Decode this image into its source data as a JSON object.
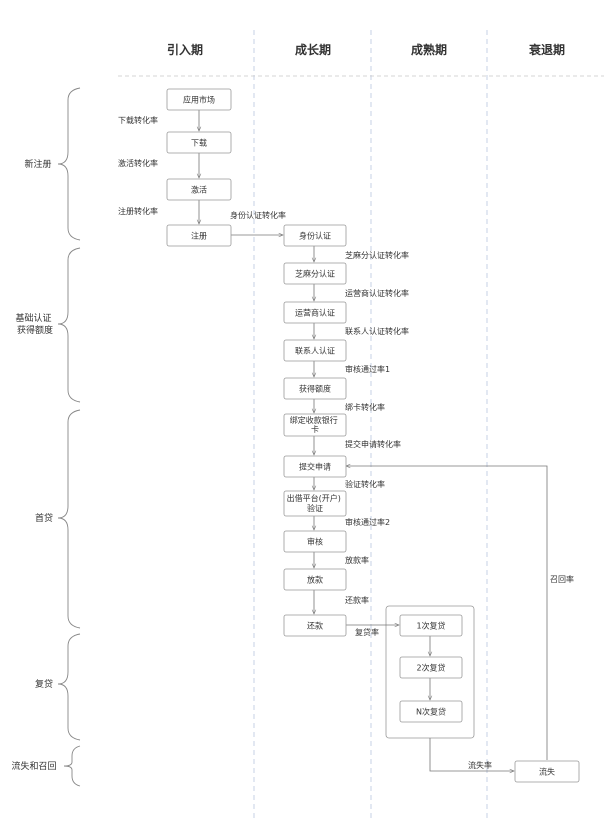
{
  "columns": [
    "引入期",
    "成长期",
    "成熟期",
    "衰退期"
  ],
  "stages": [
    {
      "id": "register",
      "lines": [
        "新注册"
      ]
    },
    {
      "id": "auth",
      "lines": [
        "基础认证",
        "获得额度"
      ]
    },
    {
      "id": "firstloan",
      "lines": [
        "首贷"
      ]
    },
    {
      "id": "reloan",
      "lines": [
        "复贷"
      ]
    },
    {
      "id": "churn",
      "lines": [
        "流失和召回"
      ]
    }
  ],
  "nodes": [
    {
      "id": "app-market",
      "lines": [
        "应用市场"
      ]
    },
    {
      "id": "download",
      "lines": [
        "下载"
      ]
    },
    {
      "id": "activate",
      "lines": [
        "激活"
      ]
    },
    {
      "id": "signup",
      "lines": [
        "注册"
      ]
    },
    {
      "id": "id-auth",
      "lines": [
        "身份认证"
      ]
    },
    {
      "id": "sesame-auth",
      "lines": [
        "芝麻分认证"
      ]
    },
    {
      "id": "carrier-auth",
      "lines": [
        "运营商认证"
      ]
    },
    {
      "id": "contact-auth",
      "lines": [
        "联系人认证"
      ]
    },
    {
      "id": "get-credit",
      "lines": [
        "获得额度"
      ]
    },
    {
      "id": "bind-card",
      "lines": [
        "绑定收款银行",
        "卡"
      ]
    },
    {
      "id": "submit-app",
      "lines": [
        "提交申请"
      ]
    },
    {
      "id": "lender-verify",
      "lines": [
        "出借平台(开户)",
        "验证"
      ]
    },
    {
      "id": "review",
      "lines": [
        "审核"
      ]
    },
    {
      "id": "disburse",
      "lines": [
        "放款"
      ]
    },
    {
      "id": "repay",
      "lines": [
        "还款"
      ]
    },
    {
      "id": "reloan-1",
      "lines": [
        "1次复贷"
      ]
    },
    {
      "id": "reloan-2",
      "lines": [
        "2次复贷"
      ]
    },
    {
      "id": "reloan-n",
      "lines": [
        "N次复贷"
      ]
    },
    {
      "id": "churned",
      "lines": [
        "流失"
      ]
    }
  ],
  "edges": [
    {
      "from": "app-market",
      "to": "download",
      "label": "下载转化率"
    },
    {
      "from": "download",
      "to": "activate",
      "label": "激活转化率"
    },
    {
      "from": "activate",
      "to": "signup",
      "label": "注册转化率"
    },
    {
      "from": "signup",
      "to": "id-auth",
      "label": "身份认证转化率"
    },
    {
      "from": "id-auth",
      "to": "sesame-auth",
      "label": "芝麻分认证转化率"
    },
    {
      "from": "sesame-auth",
      "to": "carrier-auth",
      "label": "运营商认证转化率"
    },
    {
      "from": "carrier-auth",
      "to": "contact-auth",
      "label": "联系人认证转化率"
    },
    {
      "from": "contact-auth",
      "to": "get-credit",
      "label": "审核通过率1"
    },
    {
      "from": "get-credit",
      "to": "bind-card",
      "label": "绑卡转化率"
    },
    {
      "from": "bind-card",
      "to": "submit-app",
      "label": "提交申请转化率"
    },
    {
      "from": "submit-app",
      "to": "lender-verify",
      "label": "验证转化率"
    },
    {
      "from": "lender-verify",
      "to": "review",
      "label": "审核通过率2"
    },
    {
      "from": "review",
      "to": "disburse",
      "label": "放款率"
    },
    {
      "from": "disburse",
      "to": "repay",
      "label": "还款率"
    },
    {
      "from": "repay",
      "to": "reloan-1",
      "label": "复贷率"
    },
    {
      "from": "reloan-1",
      "to": "reloan-2",
      "label": ""
    },
    {
      "from": "reloan-2",
      "to": "reloan-n",
      "label": ""
    },
    {
      "from": "reloan-group",
      "to": "churned",
      "label": "流失率"
    },
    {
      "from": "churned",
      "to": "submit-app",
      "label": "召回率"
    }
  ]
}
